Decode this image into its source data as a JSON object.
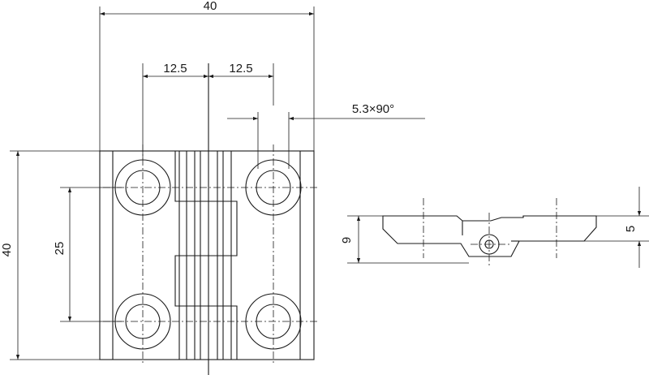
{
  "dimensions": {
    "top_width": "40",
    "spacing_left": "12.5",
    "spacing_right": "12.5",
    "countersink": "5.3×90°",
    "left_height": "40",
    "hole_spacing": "25",
    "side_height": "9",
    "side_thickness": "5"
  }
}
